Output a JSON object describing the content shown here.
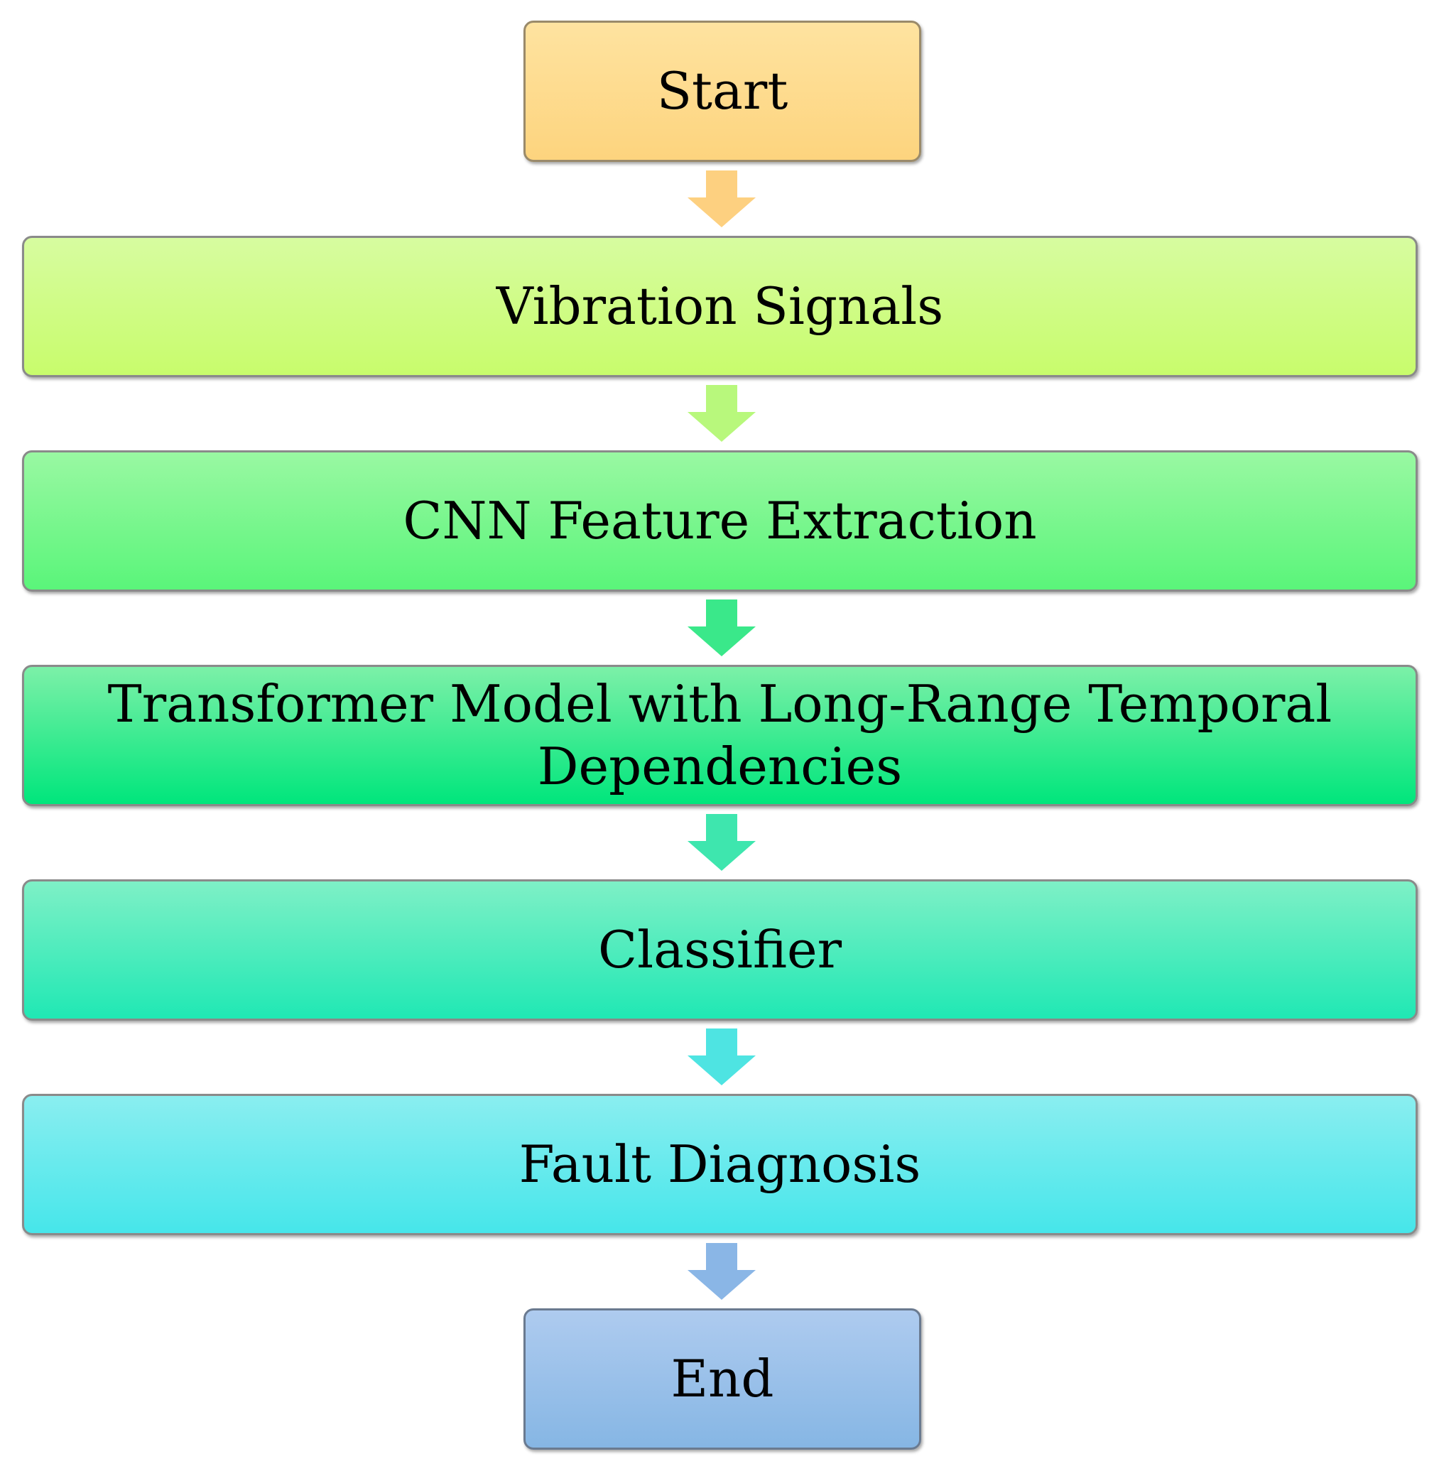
{
  "steps": {
    "start": "Start",
    "vibration": "Vibration Signals",
    "cnn": "CNN Feature Extraction",
    "transformer": "Transformer Model with Long-Range Temporal Dependencies",
    "classifier": "Classifier",
    "fault": "Fault Diagnosis",
    "end": "End"
  },
  "colors": {
    "start": "#fdd47e",
    "vibration": "#c8fc6c",
    "cnn": "#5af57a",
    "transformer": "#00e67c",
    "classifier": "#20e8b4",
    "fault": "#46e6ea",
    "end": "#86b6e4",
    "arrow_1": "#fdd080",
    "arrow_2": "#b8f87c",
    "arrow_3": "#3ae88a",
    "arrow_4": "#3ee6ae",
    "arrow_5": "#4ee4e2",
    "arrow_6": "#8ab6e6"
  }
}
